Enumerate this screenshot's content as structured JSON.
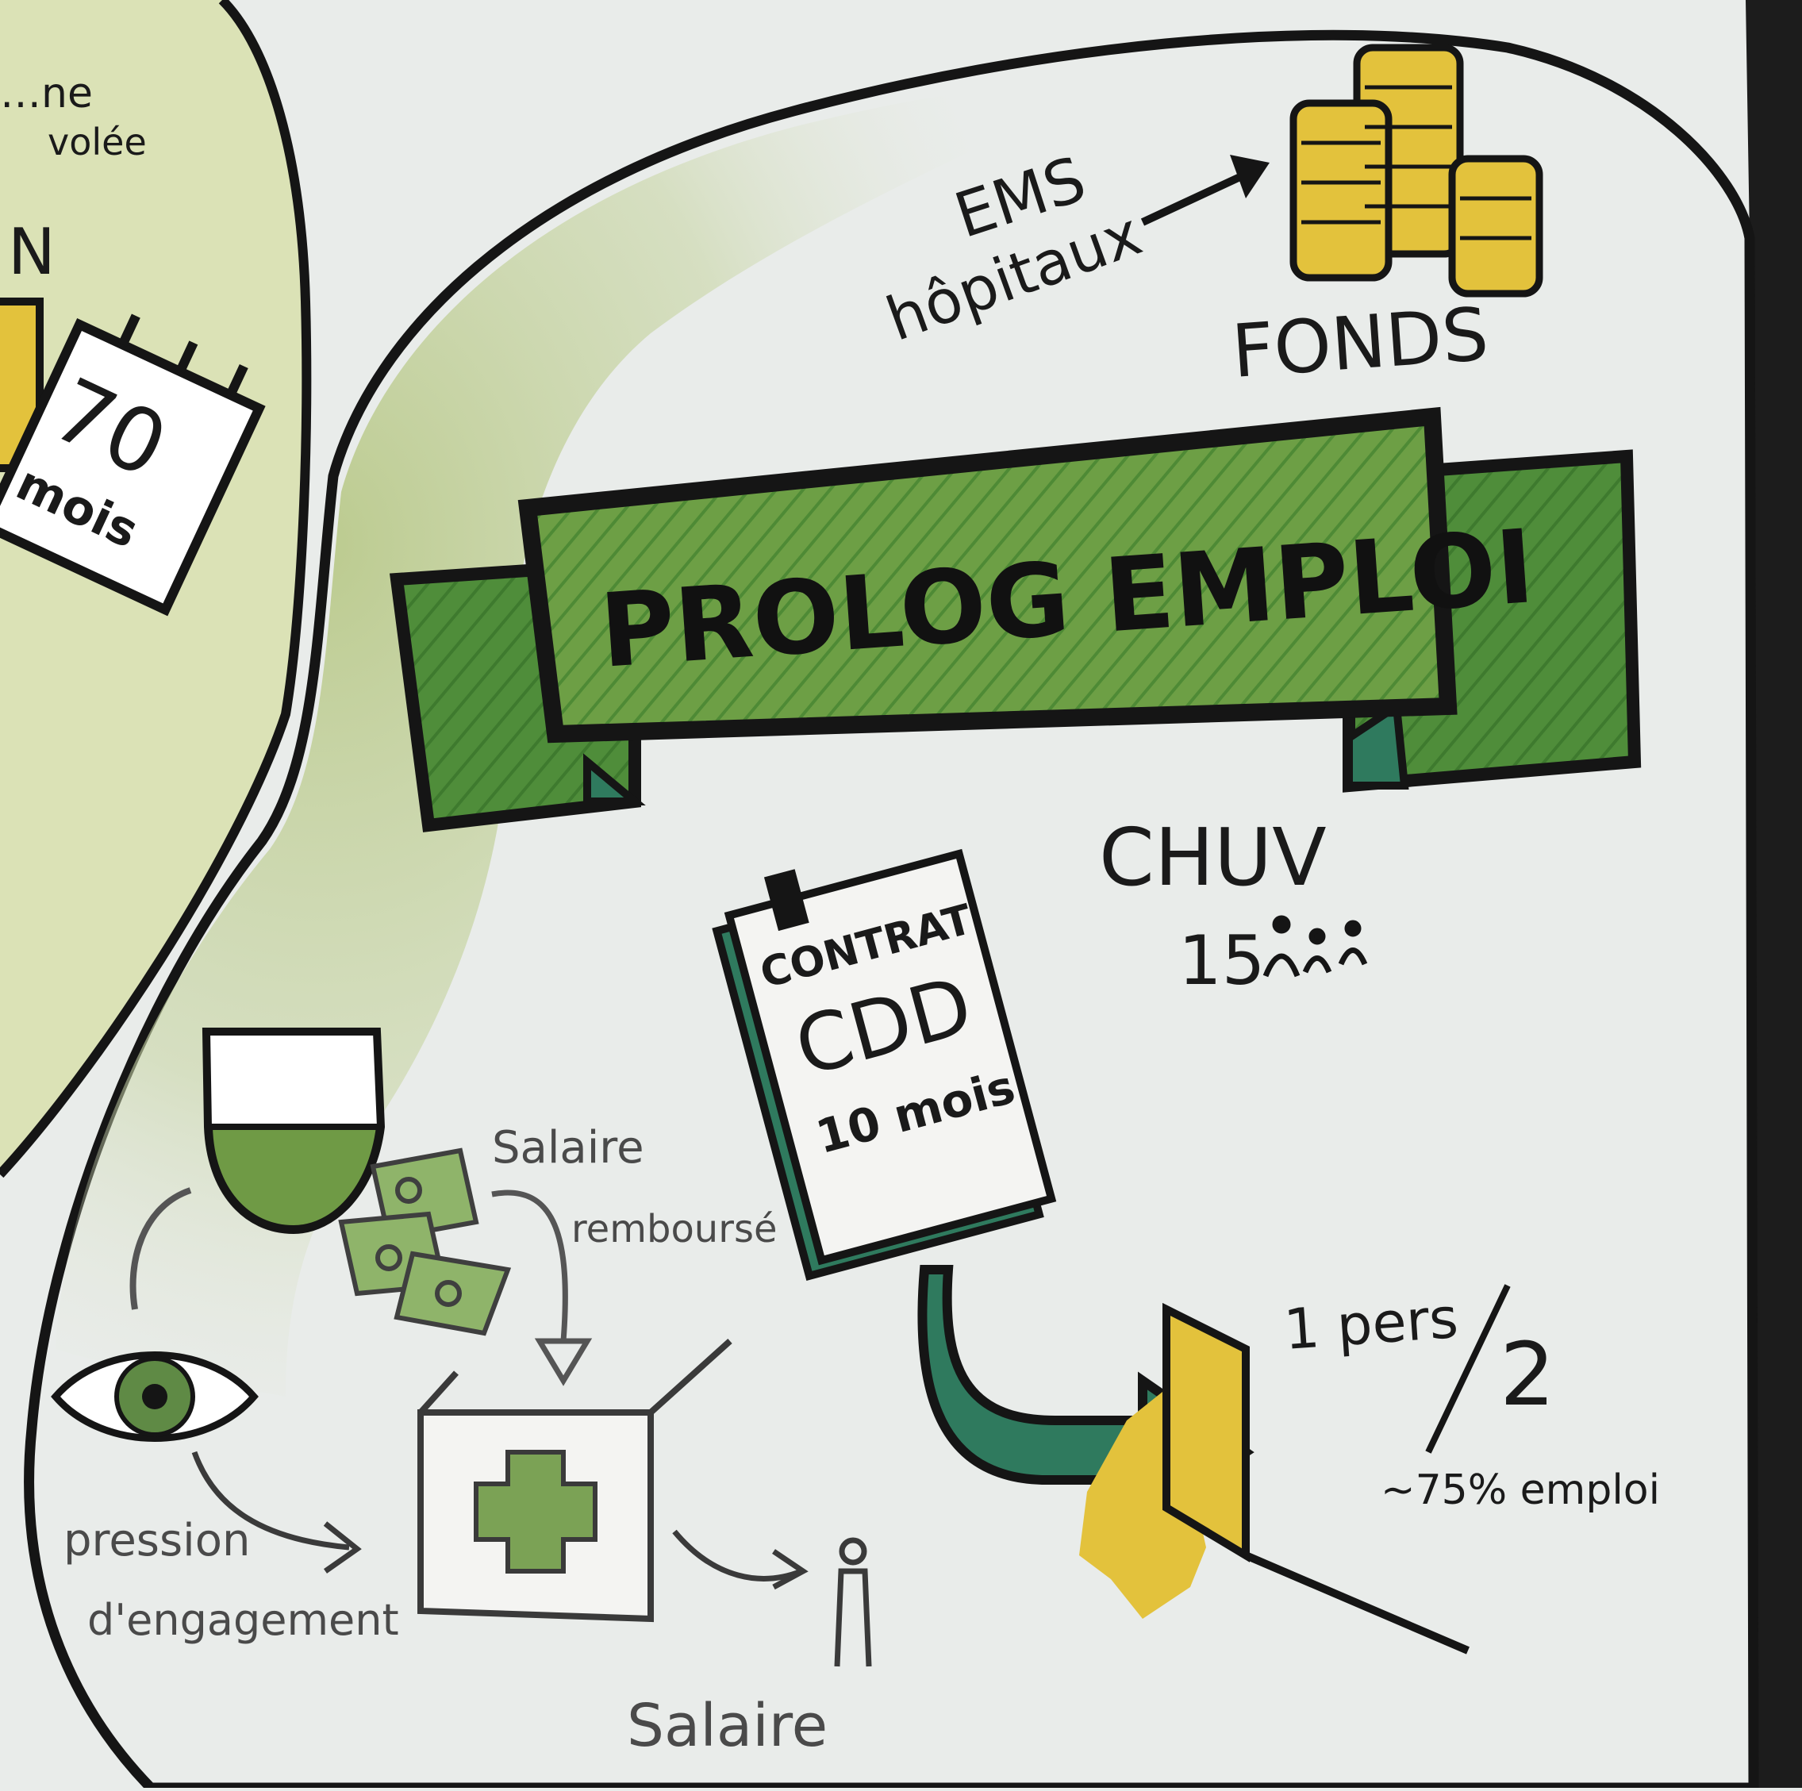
{
  "left_panel": {
    "partial_word_1": "…ne",
    "partial_word_2": "volée",
    "partial_letter": "N",
    "calendar_number": "70",
    "calendar_unit": "mois"
  },
  "funding": {
    "source_line_1": "EMS",
    "source_line_2": "hôpitaux",
    "target_label": "FONDS"
  },
  "banner": {
    "title": "PROLOG EMPLOI"
  },
  "chuv": {
    "name": "CHUV",
    "count": "15",
    "count_unit": "people-icon"
  },
  "contract": {
    "label": "CONTRAT",
    "type": "CDD",
    "duration": "10 mois"
  },
  "outcome": {
    "ratio_top": "1 pers",
    "ratio_bottom": "2",
    "note": "~75% emploi"
  },
  "left_cluster": {
    "reimbursed_line_1": "Salaire",
    "reimbursed_line_2": "remboursé",
    "pressure_line_1": "pression",
    "pressure_line_2": "d'engagement",
    "salary_label": "Salaire"
  },
  "colors": {
    "paper": "#e9ecea",
    "green_light": "#b9c98a",
    "green_mid": "#6f9a45",
    "green_dark": "#3f7a35",
    "teal": "#2f7a5e",
    "gold": "#e3c23c",
    "ink": "#151515"
  }
}
